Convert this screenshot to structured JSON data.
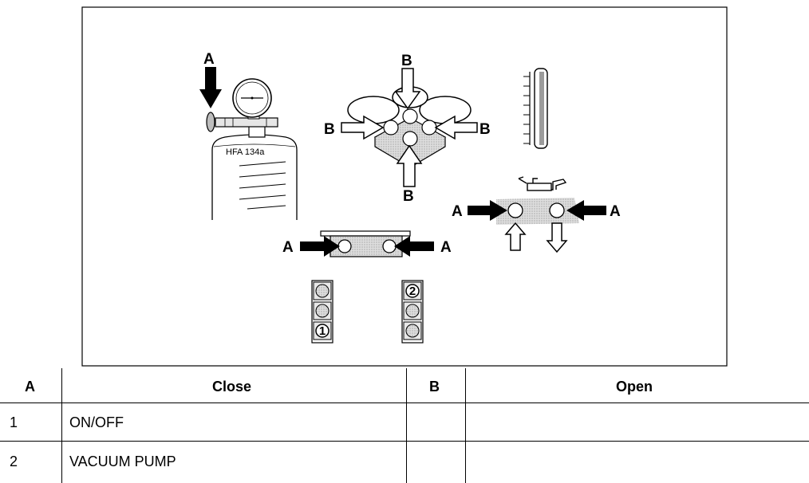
{
  "figure": {
    "cylinder_label": "HFA 134a",
    "letter_a": "A",
    "letter_b": "B",
    "num_1": "1",
    "num_2": "2"
  },
  "table": {
    "headers": [
      "A",
      "Close",
      "B",
      "Open"
    ],
    "rows": [
      [
        "1",
        "ON/OFF",
        "",
        ""
      ],
      [
        "2",
        "VACUUM PUMP",
        "",
        ""
      ]
    ]
  }
}
